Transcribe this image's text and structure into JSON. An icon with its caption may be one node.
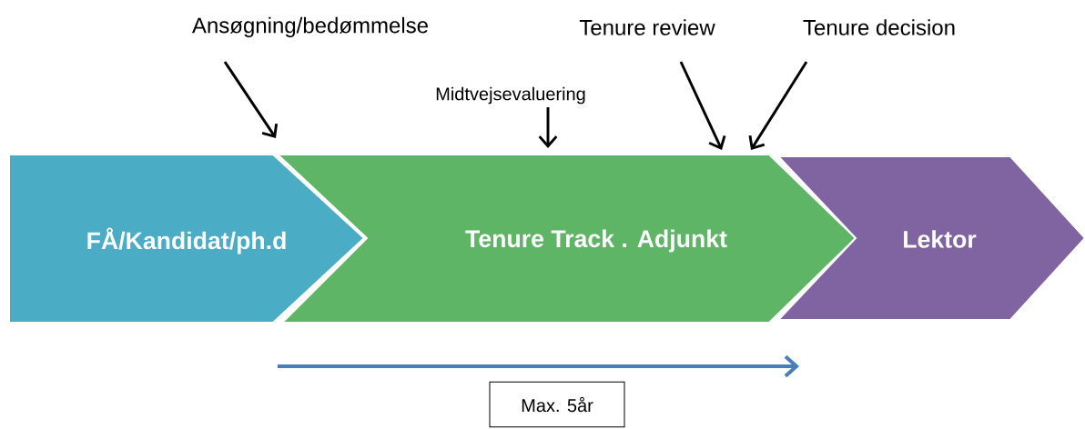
{
  "diagram": {
    "nodes": [
      {
        "text": [
          "FÅ/Kandidat/ph.d"
        ]
      },
      {
        "text": [
          "Tenure Track . Adjunkt"
        ]
      },
      {
        "text": [
          "Lektor"
        ]
      },
      {
        "text": [
          "Ansøgning/bedømmelse"
        ]
      },
      {
        "text": [
          "Midtvejsevaluering"
        ]
      },
      {
        "text": [
          "Tenure review"
        ]
      },
      {
        "text": [
          "Tenure decision"
        ]
      },
      {
        "text": [
          "Max. 5år"
        ]
      }
    ],
    "edges": [
      {
        "from": 3,
        "to": 1,
        "arrow": "to"
      },
      {
        "from": 4,
        "to": 1,
        "arrow": "to"
      },
      {
        "from": 5,
        "to": 1,
        "arrow": "to"
      },
      {
        "from": 6,
        "to": 1,
        "arrow": "to"
      }
    ]
  }
}
